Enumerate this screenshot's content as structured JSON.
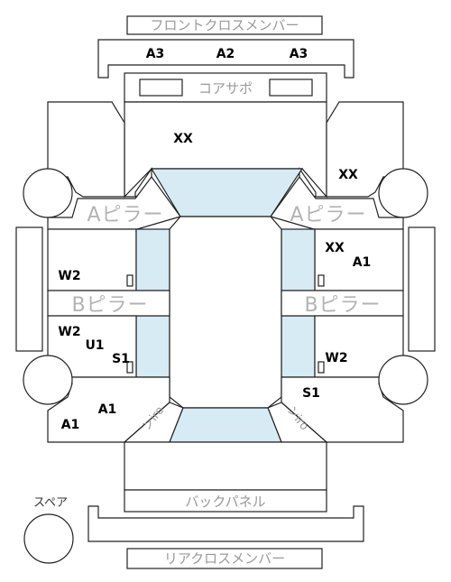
{
  "labels": {
    "front_cross_member": "フロントクロスメンバー",
    "core_support": "コアサポ",
    "a_pillar_left": "Aピラー",
    "a_pillar_right": "Aピラー",
    "b_pillar_left": "Bピラー",
    "b_pillar_right": "Bピラー",
    "back_panel": "バックパネル",
    "rear_cross_member": "リアクロスメンバー",
    "spare": "スペア",
    "rear_left_small": "ンiro",
    "rear_right_small": "ンiro"
  },
  "codes": {
    "front_cross_left": "A3",
    "front_cross_center": "A2",
    "front_cross_right": "A3",
    "hood": "XX",
    "front_right_fender": "XX",
    "front_right_door_top": "XX",
    "front_right_door_a1": "A1",
    "front_left_door": "W2",
    "rear_left_door_w2": "W2",
    "rear_left_door_u1": "U1",
    "rear_left_door_s1": "S1",
    "rear_right_door_w2": "W2",
    "rear_right_quarter_s1": "S1",
    "rear_left_quarter_a1_upper": "A1",
    "rear_left_quarter_a1_lower": "A1"
  }
}
